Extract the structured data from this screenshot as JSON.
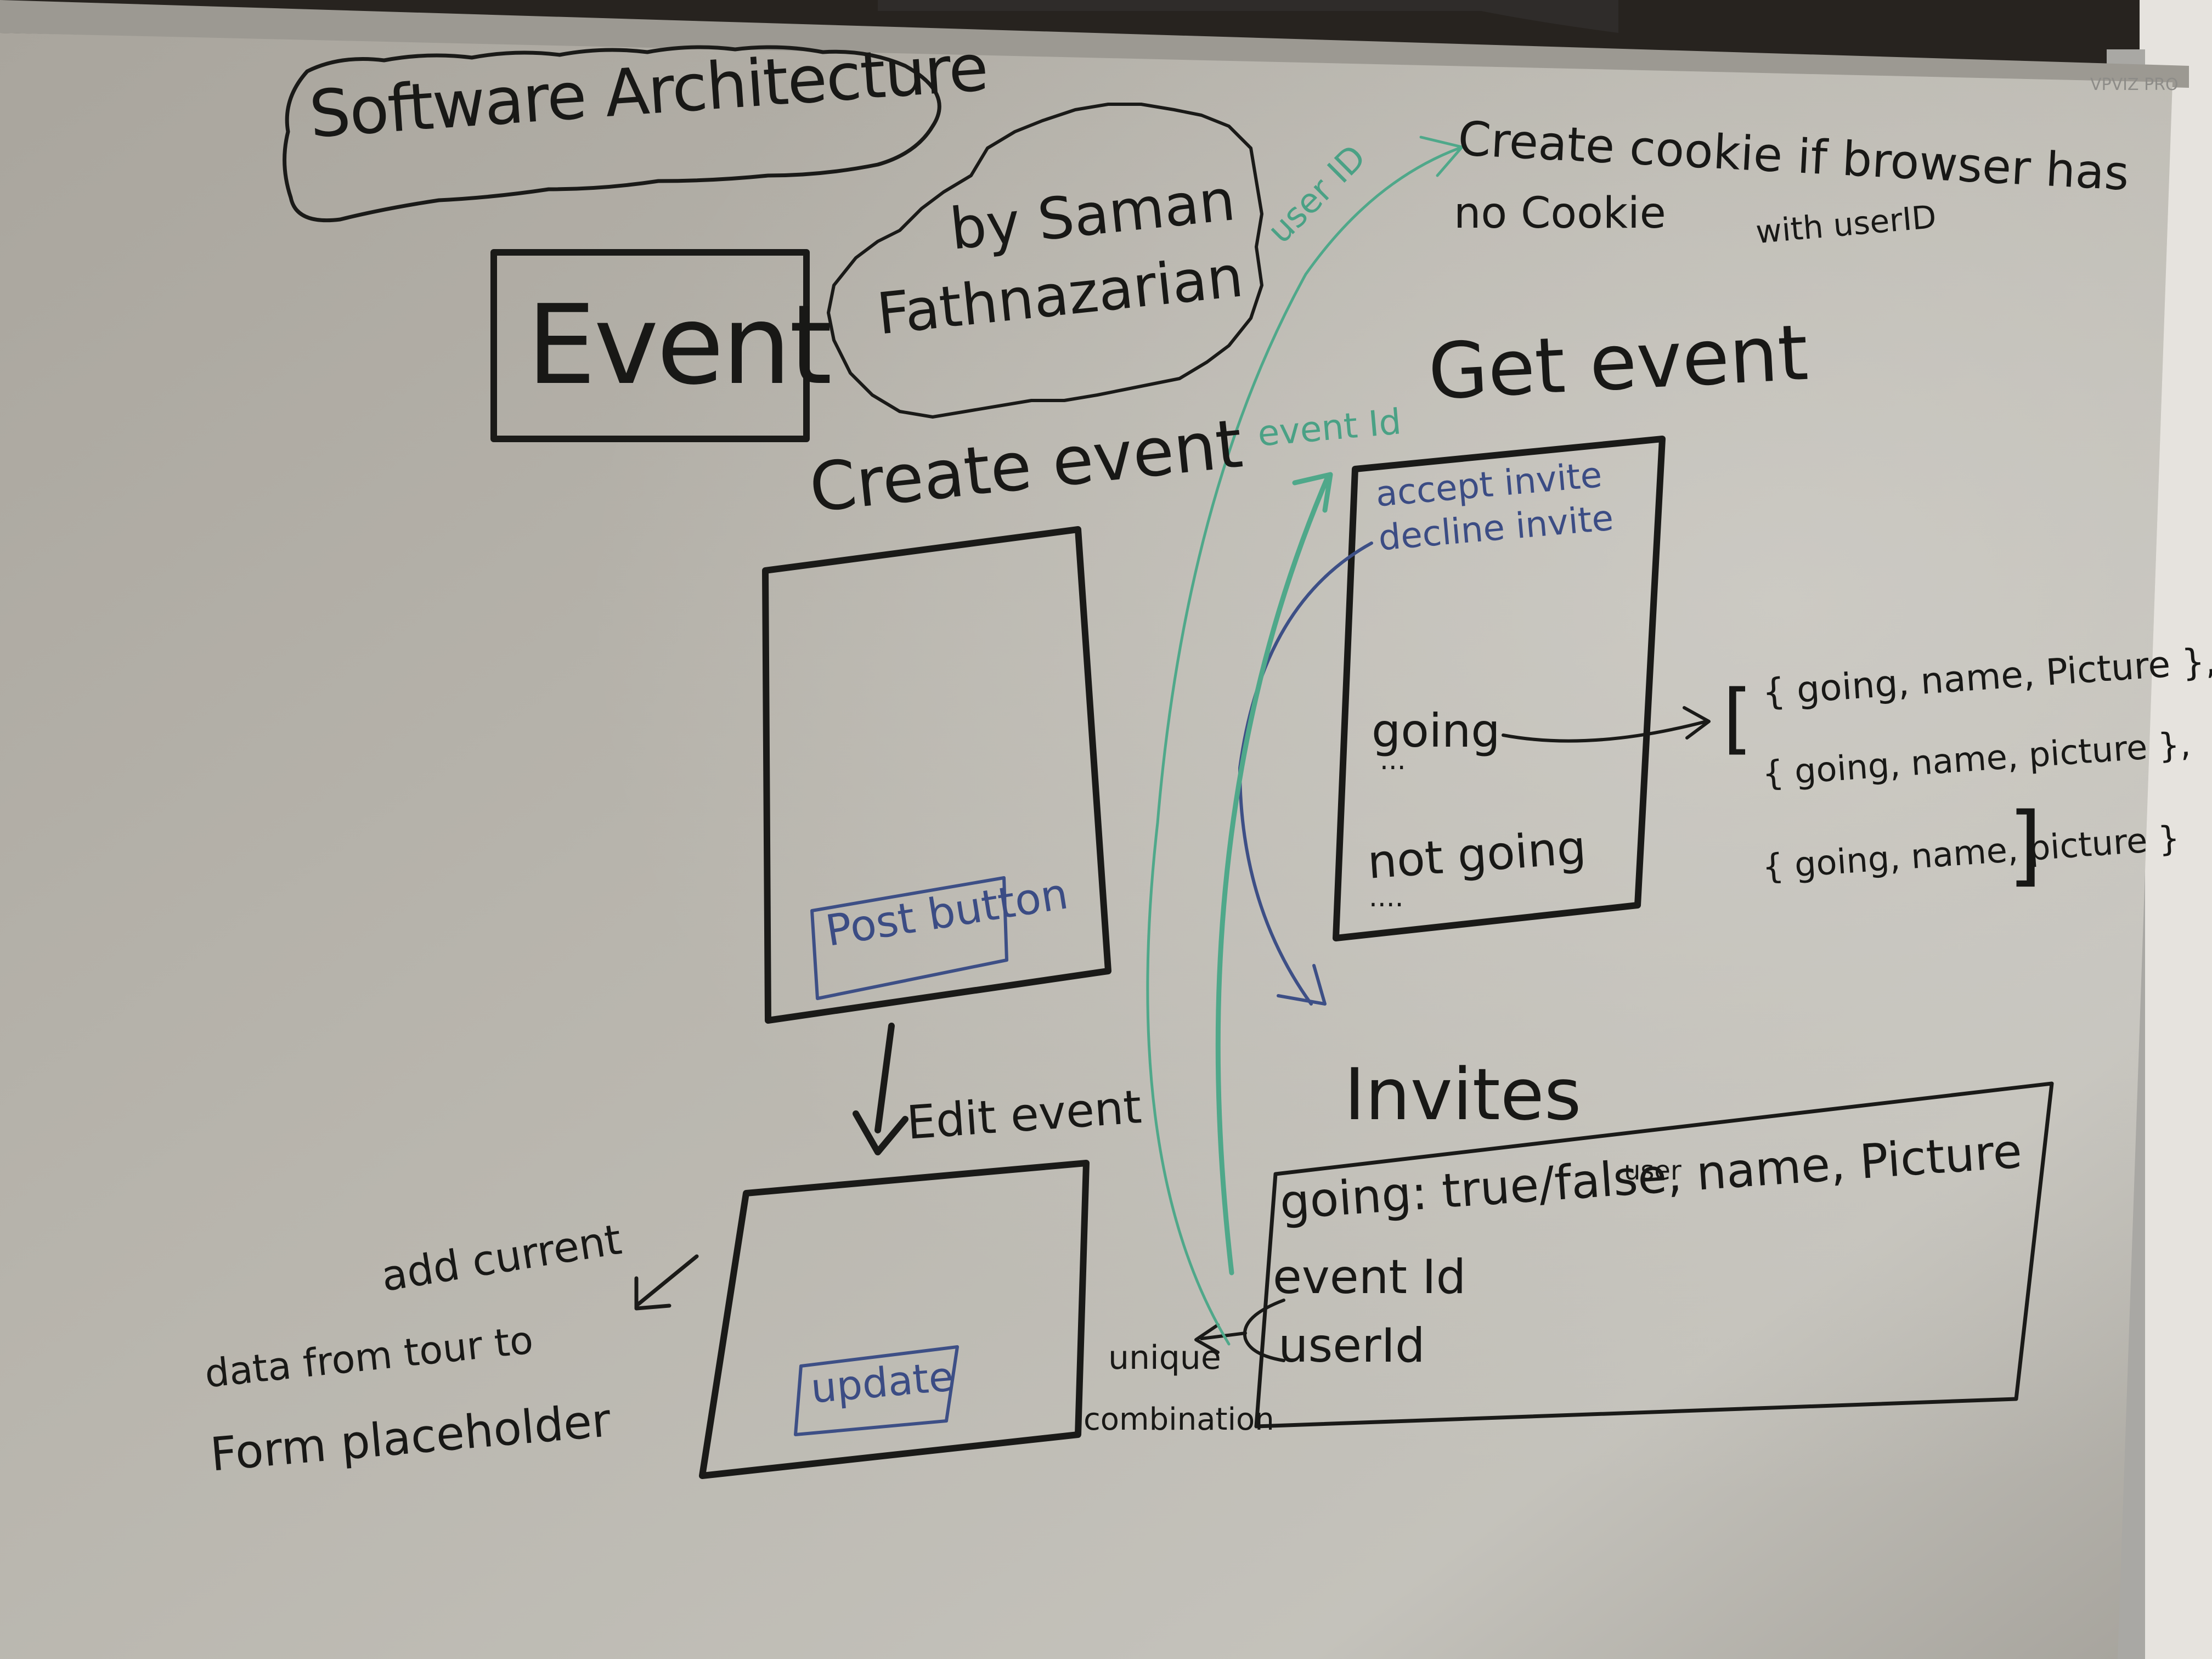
{
  "board": {
    "brand_mark": "VPVIZ PRO",
    "title": "Software Architecture",
    "subtitle": "Event",
    "author": "by Saman Fathnazarian"
  },
  "cookie": {
    "label": "user ID",
    "text_line1": "Create cookie if browser has",
    "text_line2": "no Cookie",
    "note": "with userID"
  },
  "create_event": {
    "heading": "Create event",
    "button": "Post button"
  },
  "edit_event": {
    "heading": "Edit event",
    "button": "update",
    "note_line1": "add current",
    "note_line2": "data from tour to",
    "note_line3": "Form placeholder"
  },
  "get_event": {
    "heading": "Get event",
    "link_label": "event Id",
    "accept": "accept invite",
    "decline": "decline invite",
    "going": "going",
    "going_dots": "...",
    "not_going": "not going",
    "not_going_dots": "....",
    "list": {
      "open": "[",
      "close": "]",
      "item1": "{ going, name, Picture },",
      "item2": "{ going, name, picture },",
      "item3": "{ going, name, picture }"
    }
  },
  "invites": {
    "heading": "Invites",
    "field1": "going: true/false, name, Picture",
    "field1_sup": "user",
    "field2": "event Id",
    "field3": "userId",
    "unique_line1": "unique",
    "unique_line2": "combination"
  },
  "colors": {
    "marker_black": "#1a1a18",
    "marker_blue": "#3d4f86",
    "marker_green": "#4fa88a",
    "board": "#b8b5ad"
  }
}
